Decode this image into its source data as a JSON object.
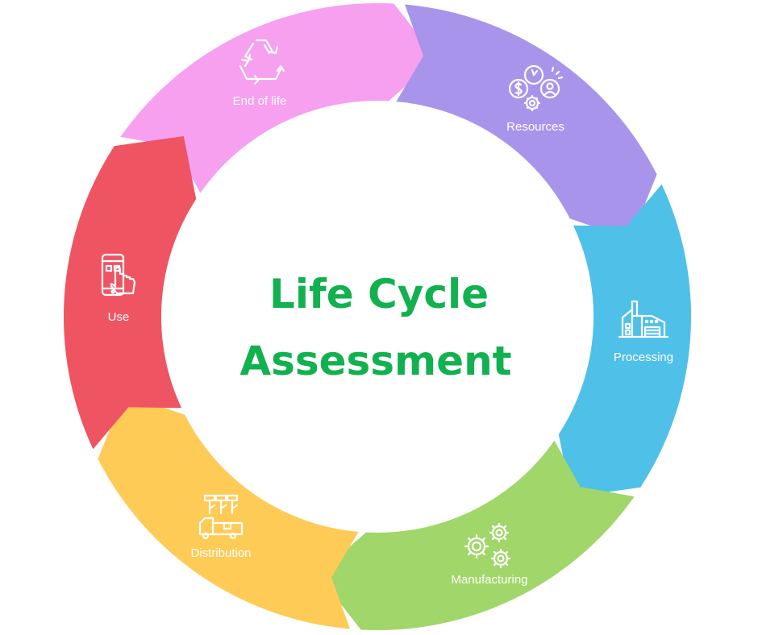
{
  "title": {
    "line1": "Life Cycle",
    "line2": "Assessment"
  },
  "stages": [
    {
      "key": "resources",
      "label": "Resources",
      "icon": "resources-icon",
      "color": "#f6a0ef"
    },
    {
      "key": "processing",
      "label": "Processing",
      "icon": "factory-icon",
      "color": "#a994ec"
    },
    {
      "key": "manufacturing",
      "label": "Manufacturing",
      "icon": "gears-icon",
      "color": "#4fc0e8"
    },
    {
      "key": "distribution",
      "label": "Distribution",
      "icon": "delivery-truck-icon",
      "color": "#a1d66a"
    },
    {
      "key": "use",
      "label": "Use",
      "icon": "phone-touch-icon",
      "color": "#fecb56"
    },
    {
      "key": "end-of-life",
      "label": "End of life",
      "icon": "recycle-icon",
      "color": "#ef5463"
    }
  ],
  "colors": {
    "title": "#12b14f",
    "label": "#ffffff",
    "background": "#ffffff"
  }
}
